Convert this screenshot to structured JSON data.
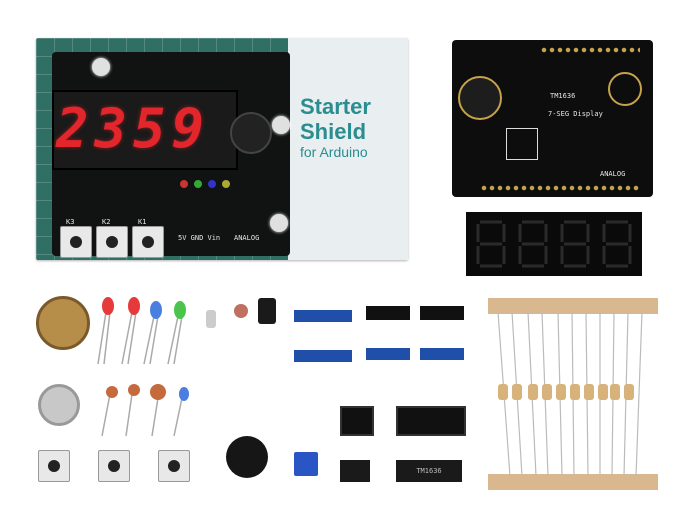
{
  "box": {
    "title_line1": "Starter",
    "title_line2": "Shield",
    "subtitle": "for Arduino",
    "display_value": "2359"
  },
  "pcb": {
    "label_display": "7-SEG Display",
    "label_chip": "TM1636",
    "label_analog": "ANALOG"
  },
  "shield_labels": {
    "analog": "ANALOG",
    "power": "5V GND Vin",
    "k3": "K3",
    "k2": "K2",
    "k1": "K1"
  },
  "ic_label": "TM1636",
  "colors": {
    "box_green": "#2f6f64",
    "brand_teal": "#2a8d8f",
    "segment_red": "#e2262b",
    "pcb_black": "#0d0d0d",
    "tape": "#d9b88f"
  }
}
